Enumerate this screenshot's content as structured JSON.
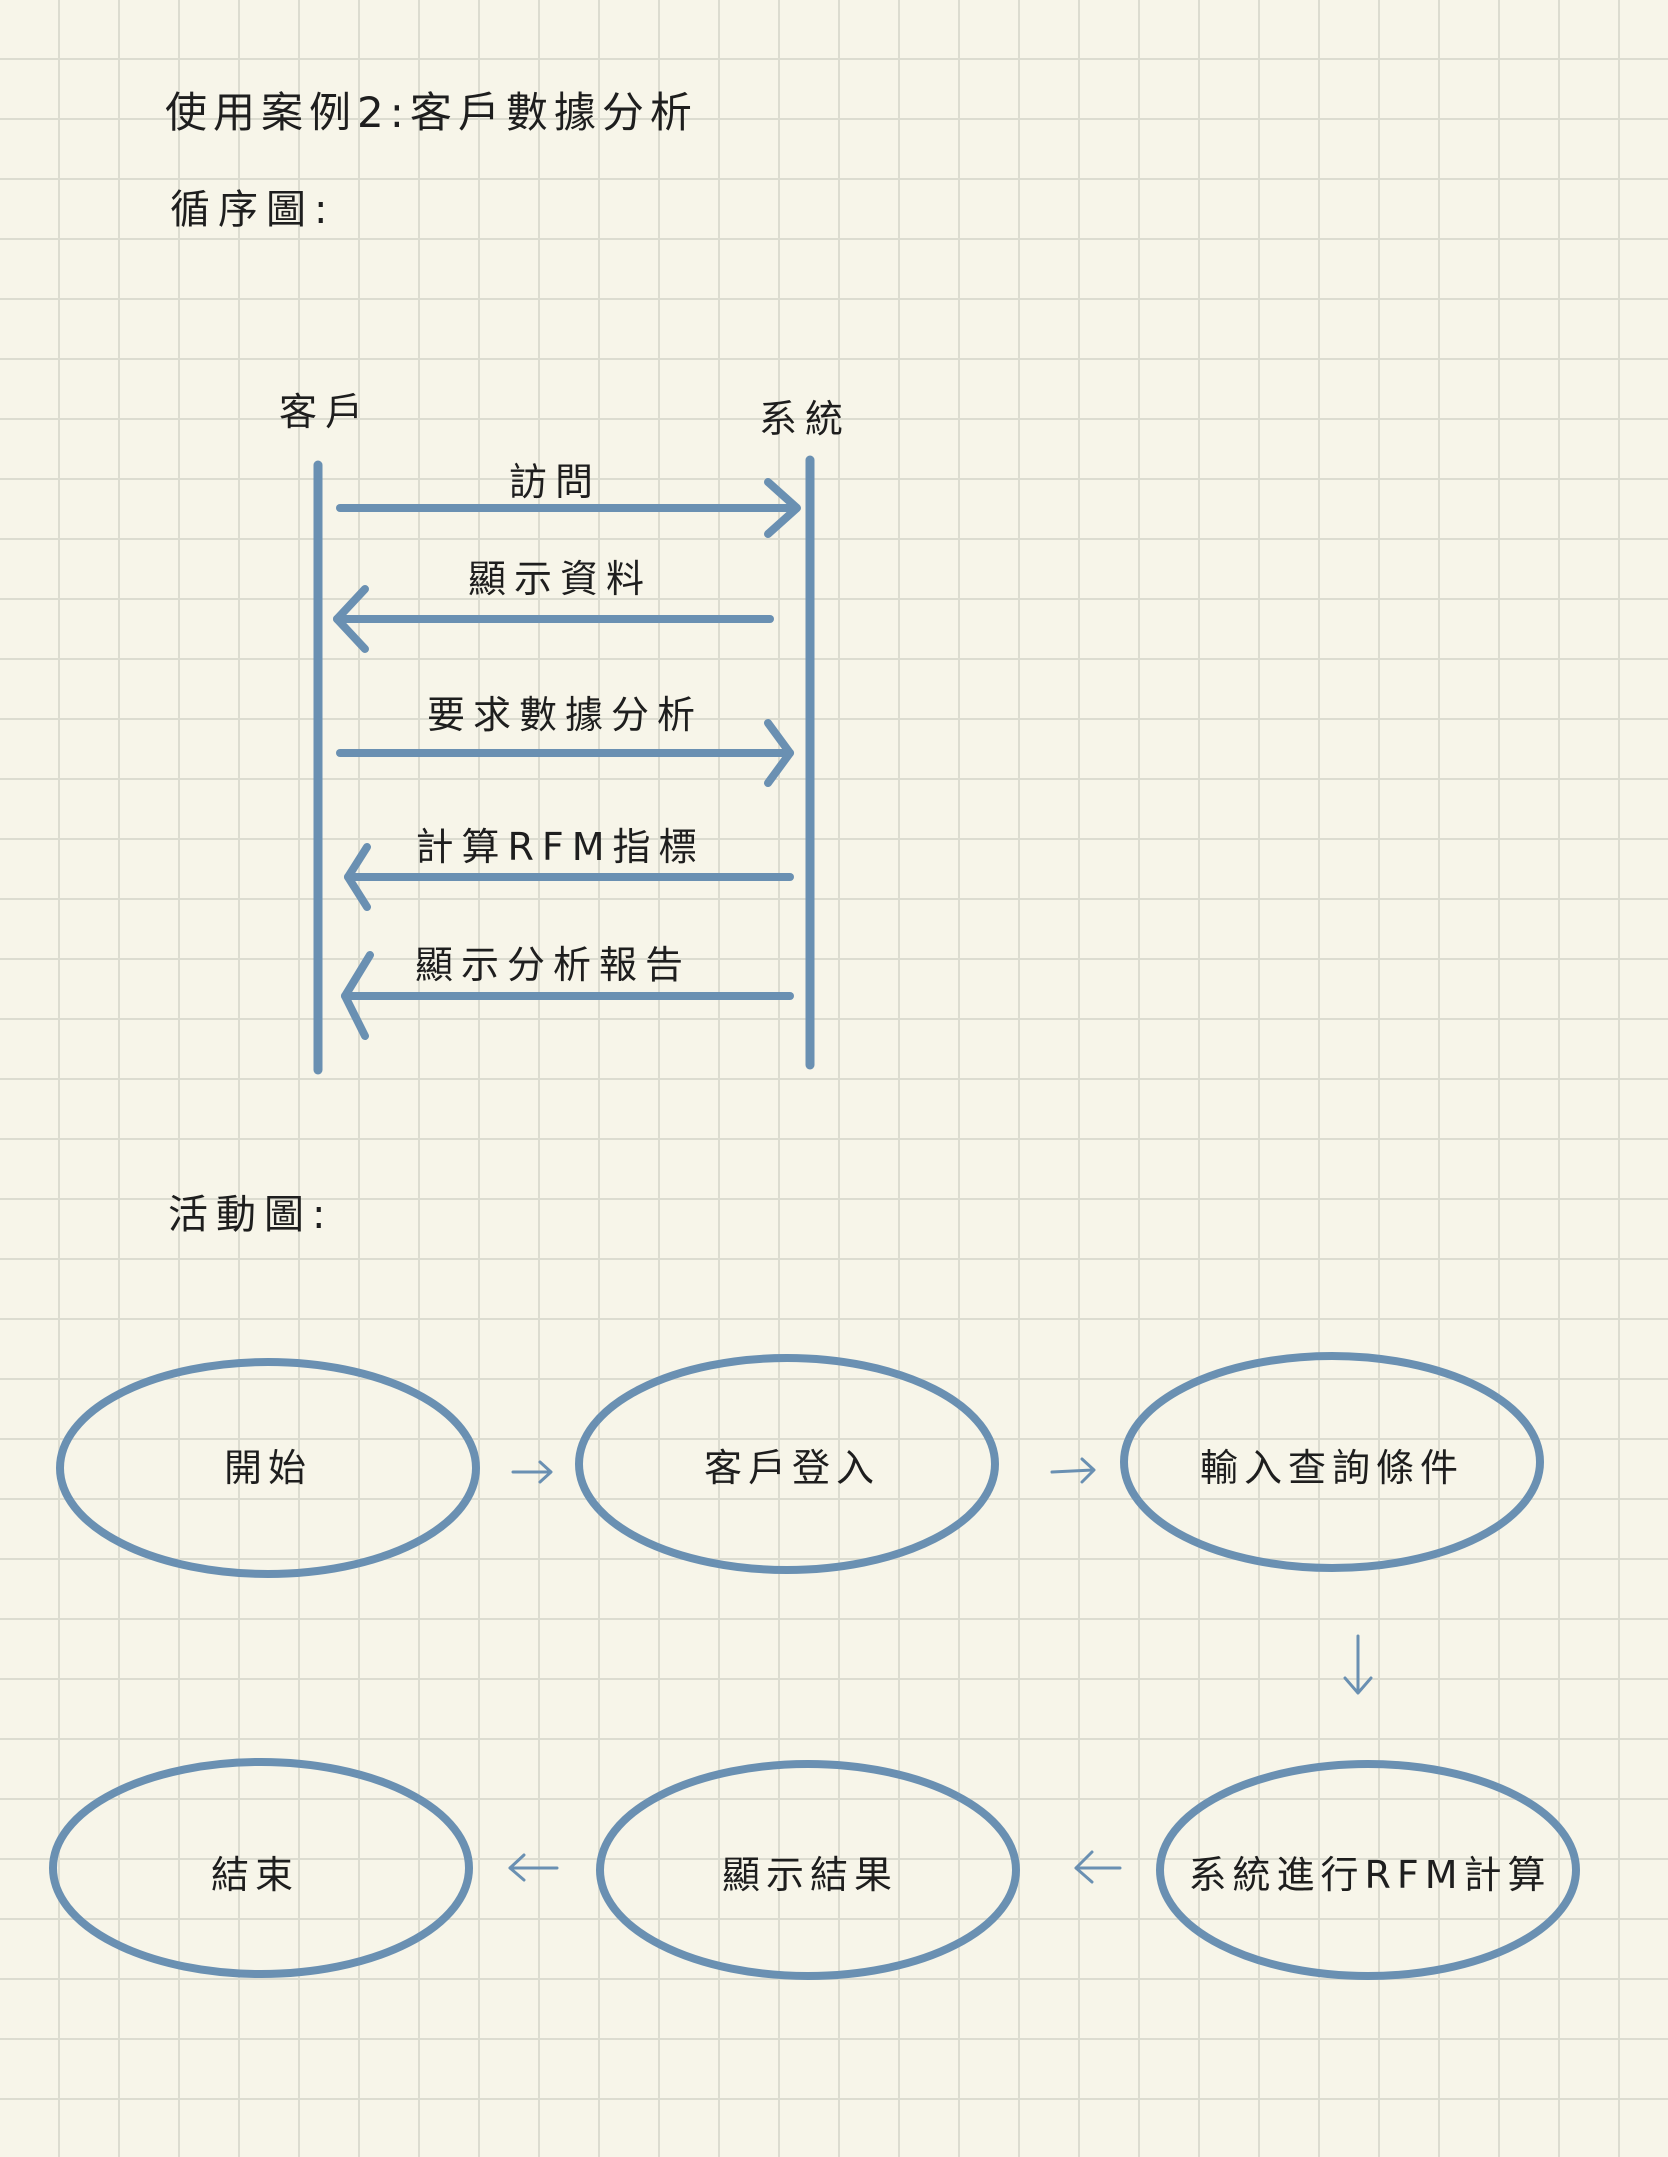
{
  "title": "使用案例2:客戶數據分析",
  "sequence": {
    "heading": "循序圖:",
    "actors": [
      "客戶",
      "系統"
    ],
    "messages": [
      {
        "label": "訪問",
        "direction": "to-system"
      },
      {
        "label": "顯示資料",
        "direction": "to-client"
      },
      {
        "label": "要求數據分析",
        "direction": "to-system"
      },
      {
        "label": "計算RFM指標",
        "direction": "to-client"
      },
      {
        "label": "顯示分析報告",
        "direction": "to-client"
      }
    ]
  },
  "activity": {
    "heading": "活動圖:",
    "nodes": [
      "開始",
      "客戶登入",
      "輸入查詢條件",
      "系統進行RFM計算",
      "顯示結果",
      "結束"
    ]
  },
  "colors": {
    "stroke": "#6a90b2",
    "background": "#f7f5e9",
    "grid": "#dcdcd0"
  }
}
